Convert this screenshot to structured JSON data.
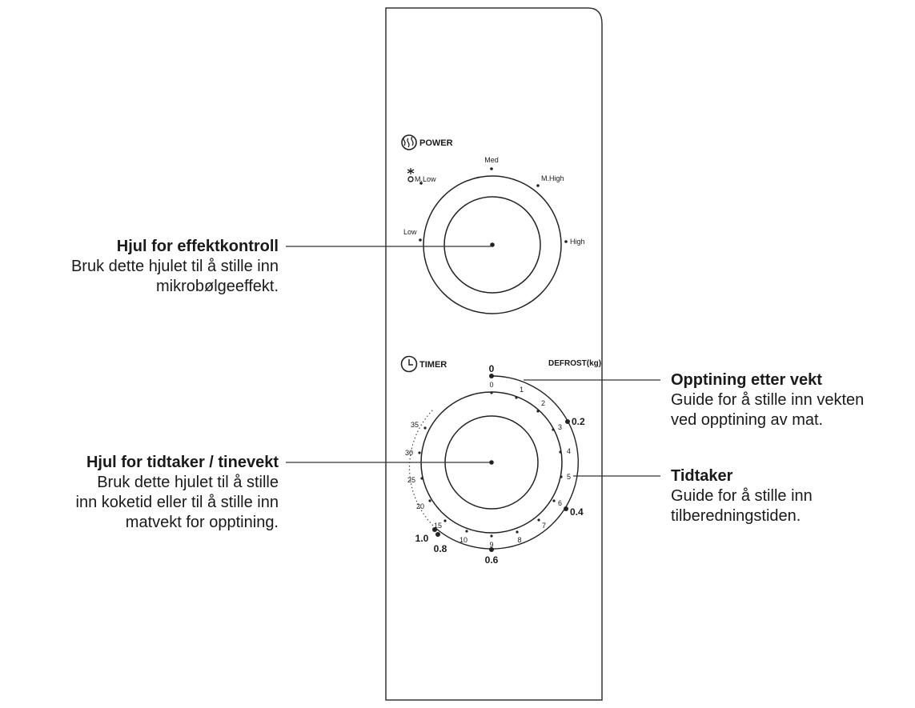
{
  "callouts": {
    "power_wheel": {
      "title": "Hjul for effektkontroll",
      "desc_line1": "Bruk dette hjulet til å stille inn",
      "desc_line2": "mikrobølgeeffekt."
    },
    "timer_wheel": {
      "title": "Hjul for tidtaker / tinevekt",
      "desc_line1": "Bruk dette hjulet til å stille",
      "desc_line2": "inn koketid eller til å stille inn",
      "desc_line3": "matvekt for opptining."
    },
    "defrost_weight": {
      "title": "Opptining etter vekt",
      "desc_line1": "Guide for å stille inn vekten",
      "desc_line2": "ved opptining av mat."
    },
    "timer": {
      "title": "Tidtaker",
      "desc_line1": "Guide for å stille inn",
      "desc_line2": "tilberedningstiden."
    }
  },
  "power_dial": {
    "heading": "POWER",
    "heading_icon": "microwave-waves-icon",
    "defrost_icon": "snowflake-drop-icon",
    "levels": [
      "Low",
      "M.Low",
      "Med",
      "M.High",
      "High"
    ]
  },
  "timer_dial": {
    "heading": "TIMER",
    "heading_icon": "clock-icon",
    "defrost_heading": "DEFROST(kg)",
    "minute_marks": [
      "0",
      "1",
      "2",
      "3",
      "4",
      "5",
      "6",
      "7",
      "8",
      "9",
      "10",
      "15",
      "20",
      "25",
      "30",
      "35"
    ],
    "weight_marks": [
      "0",
      "0.2",
      "0.4",
      "0.6",
      "0.8",
      "1.0"
    ]
  }
}
